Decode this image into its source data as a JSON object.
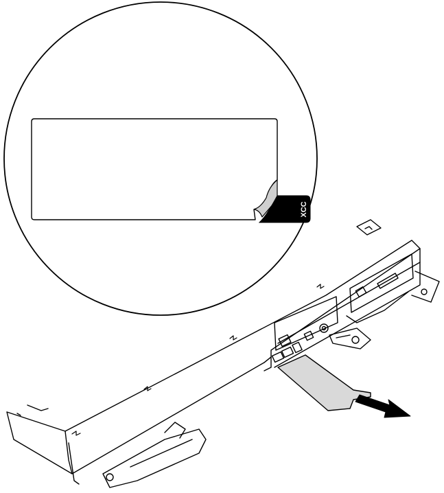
{
  "label": {
    "tab_text": "XCC"
  },
  "colors": {
    "line": "#000000",
    "background": "#ffffff",
    "tab_fill": "#000000",
    "tab_text": "#ffffff",
    "pull_tab_fill": "#d9d9d9",
    "page_curl": "#cfcfcf"
  },
  "icons": {
    "arrow": "pull-direction-arrow",
    "zoom": "magnifier-callout-circle"
  }
}
